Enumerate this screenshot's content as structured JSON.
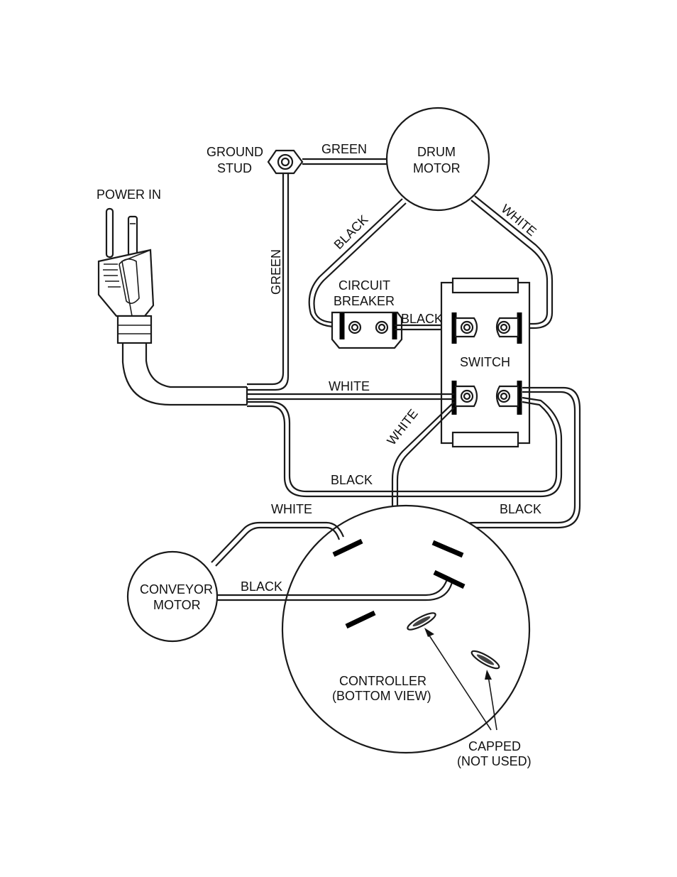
{
  "diagram": {
    "labels": {
      "power_in": "POWER IN",
      "ground_stud_line1": "GROUND",
      "ground_stud_line2": "STUD",
      "drum_motor_line1": "DRUM",
      "drum_motor_line2": "MOTOR",
      "circuit_breaker_line1": "CIRCUIT",
      "circuit_breaker_line2": "BREAKER",
      "switch": "SWITCH",
      "conveyor_motor_line1": "CONVEYOR",
      "conveyor_motor_line2": "MOTOR",
      "controller_line1": "CONTROLLER",
      "controller_line2": "(BOTTOM VIEW)",
      "capped_line1": "CAPPED",
      "capped_line2": "(NOT USED)"
    },
    "wires": {
      "ground_to_drum": "GREEN",
      "ground_to_cord": "GREEN",
      "drum_to_breaker": "BLACK",
      "drum_to_switch": "WHITE",
      "breaker_to_switch": "BLACK",
      "cord_to_switch": "WHITE",
      "switch_to_controller": "WHITE",
      "cord_loop": "BLACK",
      "controller_to_conveyor": "WHITE",
      "switch_to_controller_right": "BLACK",
      "conveyor_to_controller": "BLACK"
    }
  }
}
